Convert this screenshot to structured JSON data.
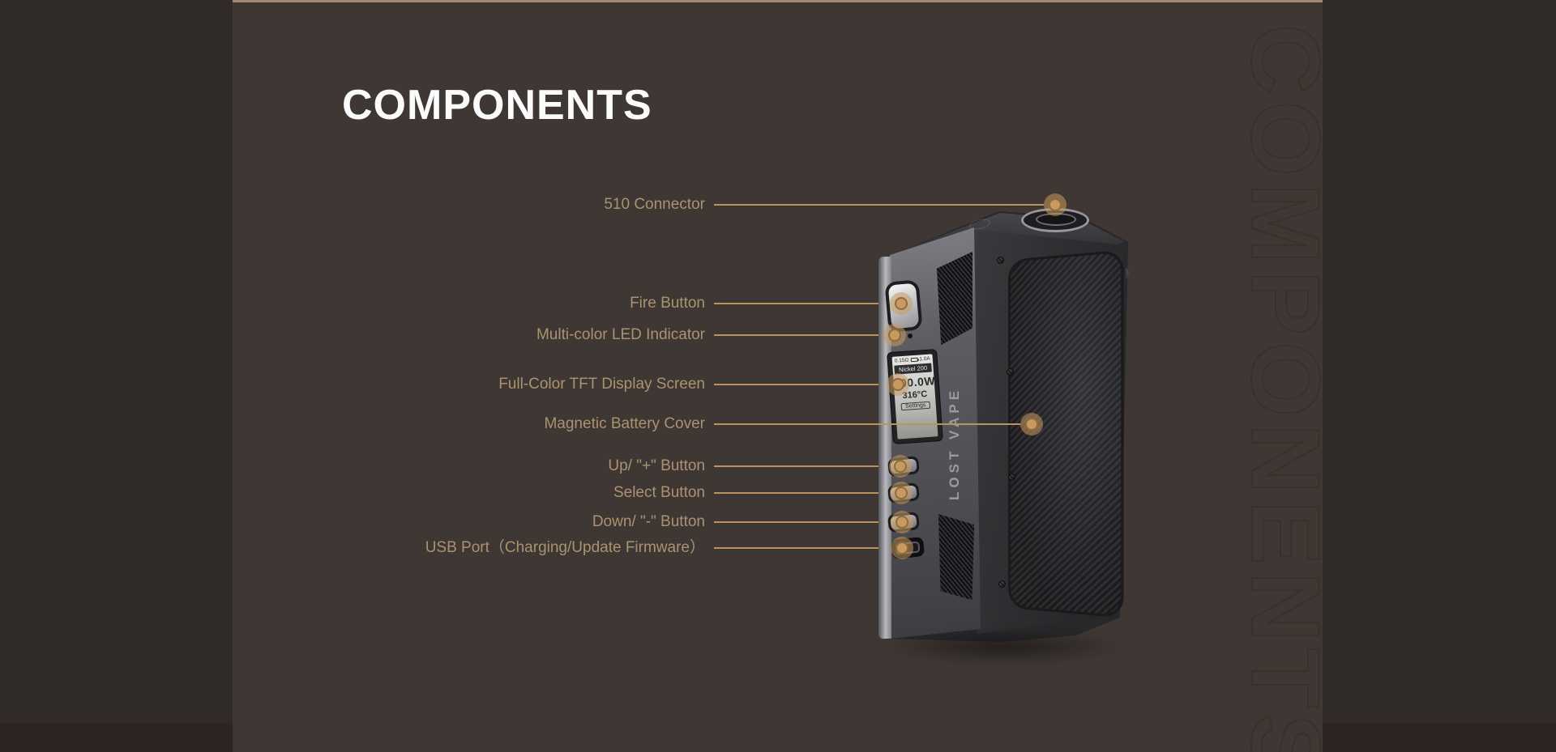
{
  "slide": {
    "title": "COMPONENTS",
    "watermark": "COMPONENTS",
    "callouts": [
      {
        "label": "510 Connector"
      },
      {
        "label": "Fire Button"
      },
      {
        "label": "Multi-color LED Indicator"
      },
      {
        "label": "Full-Color TFT Display Screen"
      },
      {
        "label": "Magnetic Battery Cover"
      },
      {
        "label": "Up/ \"+\" Button"
      },
      {
        "label": "Select Button"
      },
      {
        "label": "Down/ \"-\" Button"
      },
      {
        "label": "USB Port（Charging/Update Firmware）"
      }
    ]
  },
  "device": {
    "brand_vertical": "LOST VAPE",
    "screen": {
      "status_left": "0.15Ω",
      "status_right": "1.0A",
      "mode": "Nickel 200",
      "power": "200.0W",
      "temperature": "316°C",
      "menu": "Settings"
    }
  },
  "colors": {
    "outer_background": "#312b28",
    "footer_strip": "#2b2423",
    "panel_background": "#3e3733",
    "top_accent_bar": "#a08a72",
    "title_text": "#fbfbfb",
    "label_text": "#ab9271",
    "callout_line": "#b9925d",
    "callout_dot": "#c89a5e",
    "watermark_stroke": "#37302b"
  }
}
